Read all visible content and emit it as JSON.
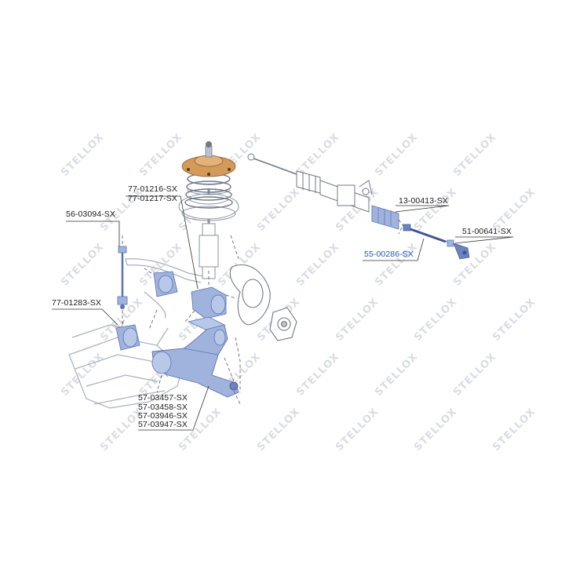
{
  "watermark": "STELLOX",
  "colors": {
    "part_blue": "#9fb3dc",
    "part_blue_dark": "#5b72b3",
    "strut_mount_orange": "#d49a5a",
    "selected_label": "#1f55c4",
    "line": "#333333",
    "outline": "#9aa3b2"
  },
  "labels": {
    "l_77_01216": "77-01216-SX",
    "l_77_01217": "77-01217-SX",
    "l_56_03094": "56-03094-SX",
    "l_77_01283": "77-01283-SX",
    "l_13_00413": "13-00413-SX",
    "l_51_00641": "51-00641-SX",
    "l_55_00286": "55-00286-SX",
    "l_57_03457": "57-03457-SX",
    "l_57_03458": "57-03458-SX",
    "l_57_03946": "57-03946-SX",
    "l_57_03947": "57-03947-SX"
  },
  "selected_part": "55-00286-SX"
}
